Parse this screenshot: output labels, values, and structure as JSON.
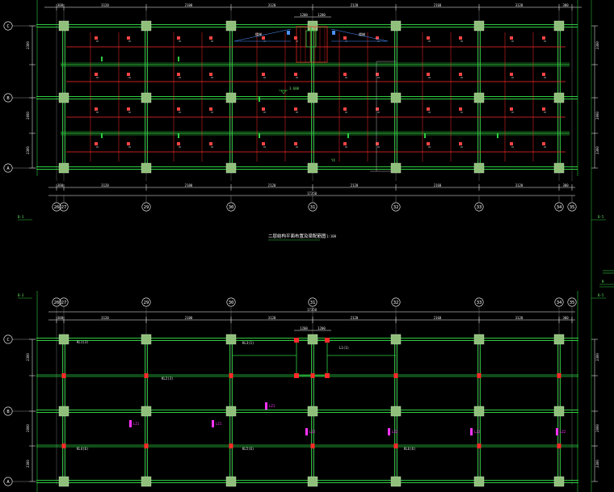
{
  "colors": {
    "background": "#000000",
    "beam": "#2ecc40",
    "column": "#8fbf7a",
    "rebar": "#ff2a2a",
    "dim": "#ffffff",
    "tag": "#ff33ff",
    "axis_bubble": "#ffffff"
  },
  "top_plan": {
    "title": "二层结构平面布置及梁配筋图",
    "scale": "1:100",
    "level_mark": "3.600",
    "top_dims": [
      "300",
      "3120",
      "2100",
      "3120",
      "2120",
      "2160",
      "3120",
      "300"
    ],
    "top_center_dims": [
      "1200",
      "1200"
    ],
    "bottom_dims": [
      "300",
      "3120",
      "2100",
      "2120",
      "2120",
      "2160",
      "3120",
      "300"
    ],
    "bottom_total": "17350",
    "left_dims": [
      "2300",
      "2000",
      "2300"
    ],
    "right_dims": [
      "2300",
      "2000",
      "2300"
    ],
    "col_axes": [
      "26",
      "27",
      "29",
      "30",
      "31",
      "32",
      "33",
      "34",
      "35"
    ],
    "row_axes": [
      "C",
      "B",
      "A"
    ],
    "stair_labels": [
      "楼梯",
      "楼梯"
    ],
    "slab_tags": [
      "YX"
    ],
    "section_left": "B-3",
    "section_right": "B-5"
  },
  "bottom_plan": {
    "col_axes": [
      "26",
      "27",
      "29",
      "30",
      "31",
      "32",
      "33",
      "34",
      "35"
    ],
    "row_axes": [
      "C",
      "B",
      "A"
    ],
    "top_dims": [
      "300",
      "3120",
      "2100",
      "3120",
      "2120",
      "2160",
      "3120",
      "300"
    ],
    "top_total": "17350",
    "center_dims": [
      "1200",
      "1200"
    ],
    "left_dims": [
      "2300",
      "2000",
      "2300"
    ],
    "right_dims": [
      "2300",
      "2000",
      "2300"
    ],
    "beam_labels": [
      "KL1(3)",
      "KL2(3)",
      "KL3(1)",
      "L1(1)",
      "KL4(6)",
      "KL5(6)",
      "KL6(6)"
    ],
    "tag_labels": [
      "LZ1",
      "LZ1",
      "LZ1",
      "LZ2",
      "LZ2",
      "LZ2",
      "LZ2"
    ],
    "section_left": "B-3",
    "section_right": "B-5"
  },
  "right_legend": {
    "labels": [
      "N"
    ]
  }
}
